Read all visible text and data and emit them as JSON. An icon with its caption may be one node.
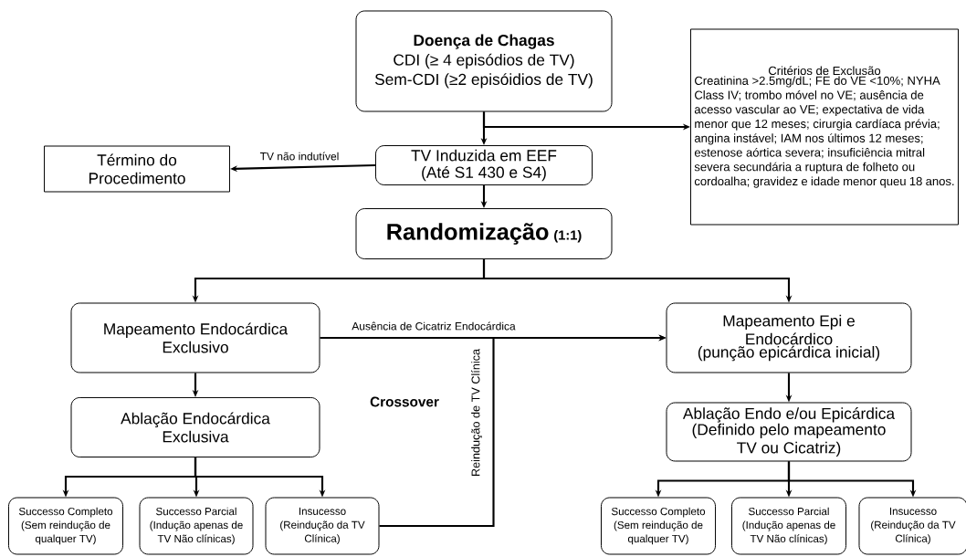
{
  "diagram": {
    "nodes": [
      {
        "text": [
          "Doença de Chagas",
          "CDI (≥ 4 episódios de TV)",
          "Sem-CDI (≥2 episóidios de TV)"
        ]
      },
      {
        "text": [
          "Critérios de Exclusão",
          "Creatinina >2.5mg/dL; FE do VE <10%; NYHA Class IV; trombo móvel no VE; ausência de acesso vascular ao VE; expectativa de vida menor que 12 meses; cirurgia cardíaca prévia; angina instável; IAM nos últimos 12 meses; estenose aórtica severa; insuficiência mitral severa secundária a ruptura de folheto ou cordoalha; gravidez e idade menor queu 18 anos."
        ]
      },
      {
        "text": [
          "Término do Procedimento"
        ]
      },
      {
        "text": [
          "TV Induzida em EEF",
          "(Até S1 430 e S4)"
        ]
      },
      {
        "text": [
          "Randomização",
          "(1:1)"
        ]
      },
      {
        "text": [
          "Mapeamento Endocárdica Exclusivo"
        ]
      },
      {
        "text": [
          "Mapeamento Epi e Endocárdico",
          "(punção epicárdica inicial)"
        ]
      },
      {
        "text": [
          "Ablação Endocárdica Exclusiva"
        ]
      },
      {
        "text": [
          "Ablação Endo e/ou Epicárdica",
          "(Definido pelo mapeamento TV ou Cicatriz)"
        ]
      },
      {
        "text": [
          "Successo Completo (Sem reindução de qualquer TV)"
        ]
      },
      {
        "text": [
          "Successo Parcial (Indução apenas de TV Não clínicas)"
        ]
      },
      {
        "text": [
          "Insucesso (Reindução da TV Clínica)"
        ]
      },
      {
        "text": [
          "Successo Completo (Sem reindução de qualquer TV)"
        ]
      },
      {
        "text": [
          "Successo Parcial (Indução apenas de TV Não clínicas)"
        ]
      },
      {
        "text": [
          "Insucesso (Reindução da TV Clínica)"
        ]
      }
    ],
    "edges": [
      {
        "from": 0,
        "to": 3,
        "arrow": "to"
      },
      {
        "from": 0,
        "to": 1,
        "arrow": "to"
      },
      {
        "from": 3,
        "to": 2,
        "arrow": "to",
        "label": "TV não indutível"
      },
      {
        "from": 3,
        "to": 4,
        "arrow": "to"
      },
      {
        "from": 4,
        "to": 5,
        "arrow": "to"
      },
      {
        "from": 4,
        "to": 6,
        "arrow": "to"
      },
      {
        "from": 5,
        "to": 6,
        "arrow": "to",
        "label": "Ausência de Cicatriz Endocárdica"
      },
      {
        "from": 5,
        "to": 7,
        "arrow": "to"
      },
      {
        "from": 6,
        "to": 8,
        "arrow": "to"
      },
      {
        "from": 7,
        "to": 9,
        "arrow": "to"
      },
      {
        "from": 7,
        "to": 10,
        "arrow": "to"
      },
      {
        "from": 7,
        "to": 11,
        "arrow": "to"
      },
      {
        "from": 8,
        "to": 12,
        "arrow": "to"
      },
      {
        "from": 8,
        "to": 13,
        "arrow": "to"
      },
      {
        "from": 8,
        "to": 14,
        "arrow": "to"
      },
      {
        "from": 11,
        "to": 6,
        "arrow": "to",
        "label": "Reindução de TV Clínica"
      }
    ],
    "labels": [
      "Crossover"
    ]
  }
}
